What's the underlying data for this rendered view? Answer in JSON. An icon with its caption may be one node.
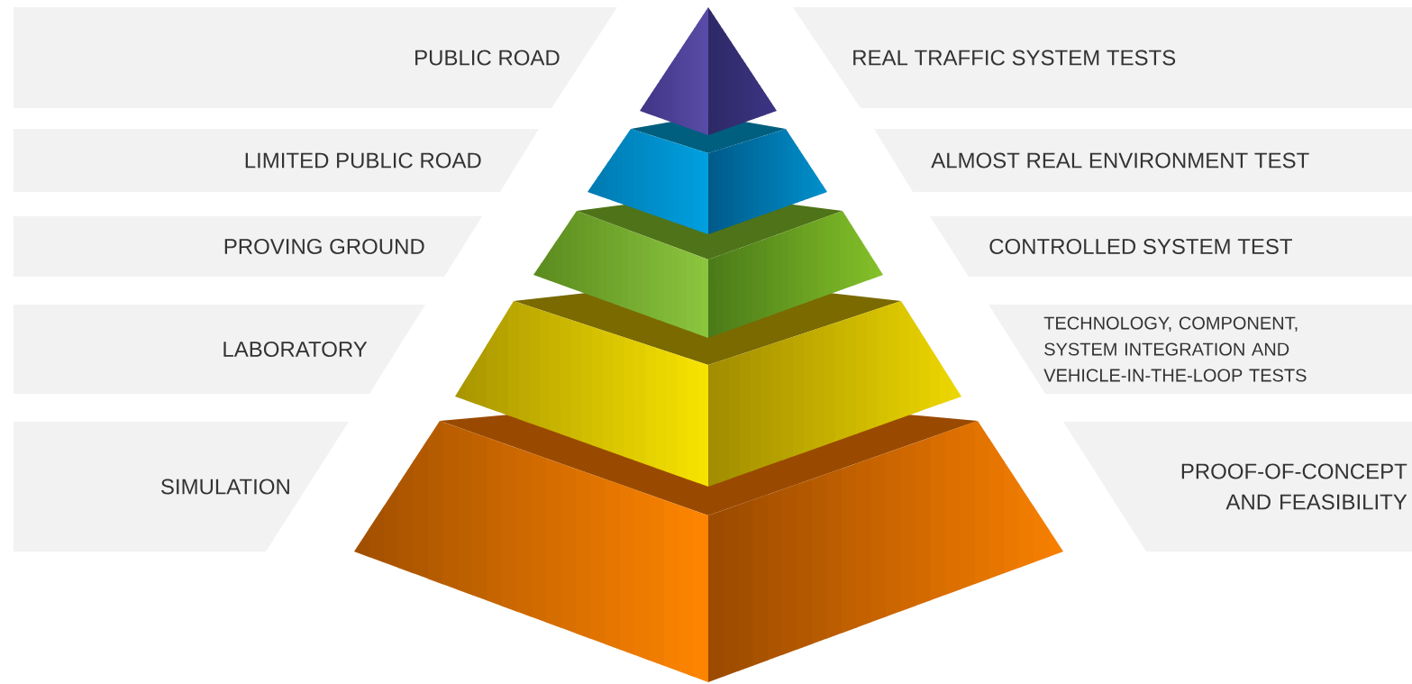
{
  "diagram": {
    "nodes": [
      {
        "text": [
          "PUBLIC ROAD"
        ]
      },
      {
        "text": [
          "REAL TRAFFIC SYSTEM TESTS"
        ]
      },
      {
        "text": [
          "LIMITED PUBLIC ROAD"
        ]
      },
      {
        "text": [
          "ALMOST REAL ENVIRONMENT TEST"
        ]
      },
      {
        "text": [
          "PROVING GROUND"
        ]
      },
      {
        "text": [
          "CONTROLLED SYSTEM TEST"
        ]
      },
      {
        "text": [
          "LABORATORY"
        ]
      },
      {
        "text": [
          "TECHNOLOGY, COMPONENT, SYSTEM INTEGRATION AND VEHICLE-IN-THE-LOOP TESTS"
        ]
      },
      {
        "text": [
          "SIMULATION"
        ]
      },
      {
        "text": [
          "PROOF-OF-CONCEPT AND FEASIBILITY"
        ]
      }
    ]
  }
}
